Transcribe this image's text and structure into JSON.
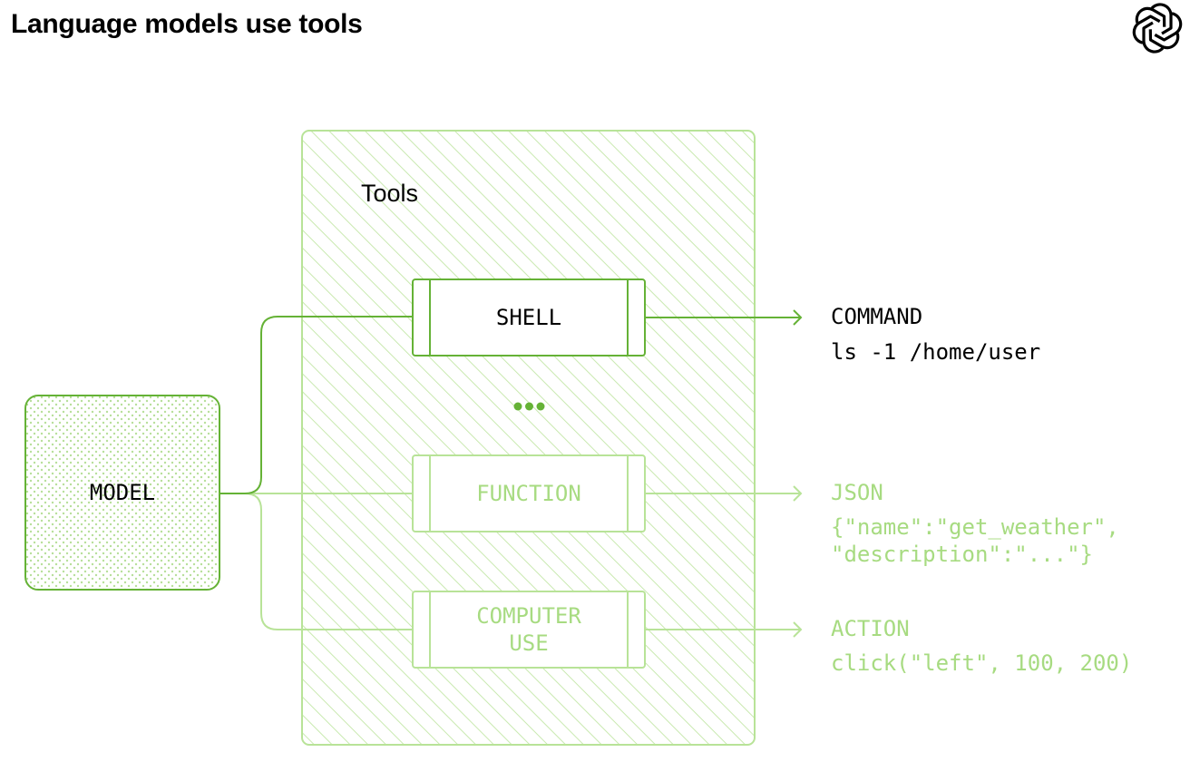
{
  "title": "Language models use tools",
  "logo_icon": "openai-logo-icon",
  "tools_label": "Tools",
  "model_label": "MODEL",
  "ellipsis": "•••",
  "tools": [
    {
      "label": "SHELL",
      "output_title": "COMMAND",
      "output_lines": [
        "ls -1 /home/user"
      ],
      "state": "active"
    },
    {
      "label": "FUNCTION",
      "output_title": "JSON",
      "output_lines": [
        "{\"name\":\"get_weather\",",
        "\"description\":\"...\"}"
      ],
      "state": "inactive"
    },
    {
      "label_lines": [
        "COMPUTER",
        "USE"
      ],
      "output_title": "ACTION",
      "output_lines": [
        "click(\"left\", 100, 200)"
      ],
      "state": "inactive"
    }
  ],
  "colors": {
    "active": "#65b236",
    "inactive": "#b8e398",
    "text_dark": "#000000",
    "text_light": "#a7db81",
    "hatch": "#c9e9b0"
  }
}
